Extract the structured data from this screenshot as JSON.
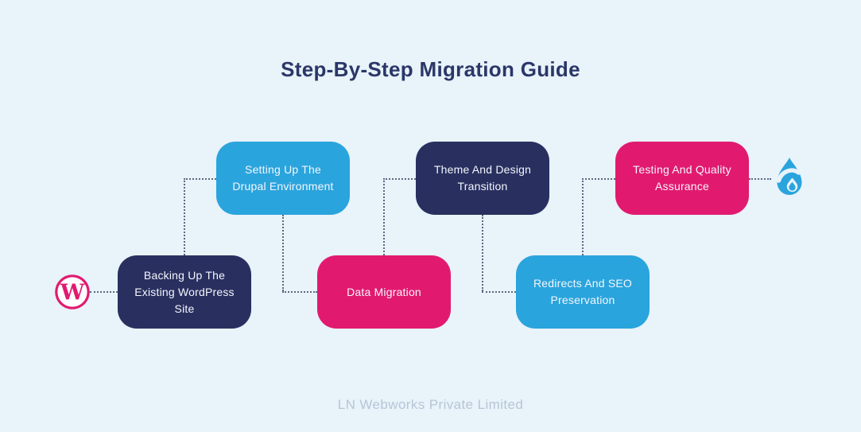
{
  "title": "Step-By-Step Migration Guide",
  "footer": "LN Webworks Private Limited",
  "logos": {
    "wordpress": {
      "name": "WordPress",
      "letter": "W"
    },
    "drupal": {
      "name": "Drupal"
    }
  },
  "steps": [
    {
      "label": "Backing Up The Existing WordPress Site",
      "color": "navy"
    },
    {
      "label": "Setting Up The Drupal Environment",
      "color": "blue"
    },
    {
      "label": "Data Migration",
      "color": "pink"
    },
    {
      "label": "Theme And Design Transition",
      "color": "navy"
    },
    {
      "label": "Redirects And SEO Preservation",
      "color": "blue"
    },
    {
      "label": "Testing And Quality Assurance",
      "color": "pink"
    }
  ],
  "colors": {
    "background": "#e8f3fa",
    "navy": "#293060",
    "blue": "#2aa4dd",
    "pink": "#e11a70",
    "title": "#2b3768",
    "footer": "#b9c5d7",
    "connector": "#5c6880",
    "box_text": "#f4f6fb"
  }
}
